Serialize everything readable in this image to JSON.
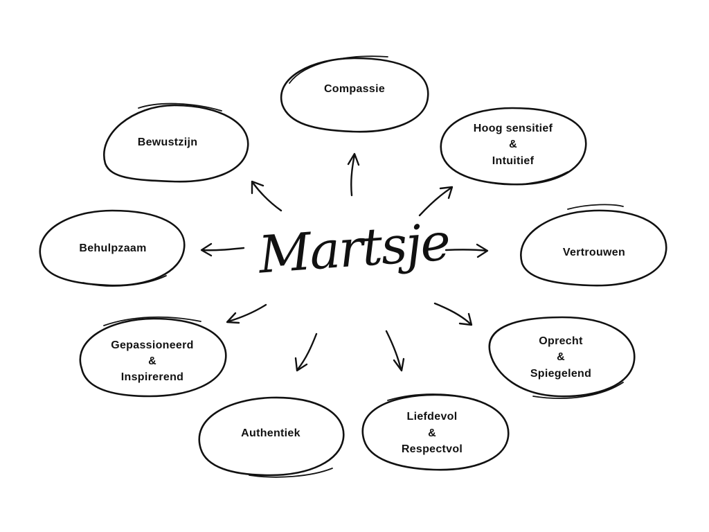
{
  "center": {
    "label": "Martsje"
  },
  "nodes": [
    {
      "id": "compassie",
      "lines": [
        "Compassie"
      ]
    },
    {
      "id": "hoog-sensitief",
      "lines": [
        "Hoog sensitief",
        "&",
        "Intuitief"
      ]
    },
    {
      "id": "vertrouwen",
      "lines": [
        "Vertrouwen"
      ]
    },
    {
      "id": "oprecht",
      "lines": [
        "Oprecht",
        "&",
        "Spiegelend"
      ]
    },
    {
      "id": "liefdevol",
      "lines": [
        "Liefdevol",
        "&",
        "Respectvol"
      ]
    },
    {
      "id": "authentiek",
      "lines": [
        "Authentiek"
      ]
    },
    {
      "id": "gepassioneerd",
      "lines": [
        "Gepassioneerd",
        "&",
        "Inspirerend"
      ]
    },
    {
      "id": "behulpzaam",
      "lines": [
        "Behulpzaam"
      ]
    },
    {
      "id": "bewustzijn",
      "lines": [
        "Bewustzijn"
      ]
    }
  ],
  "colors": {
    "ink": "#111111",
    "background": "#ffffff"
  }
}
